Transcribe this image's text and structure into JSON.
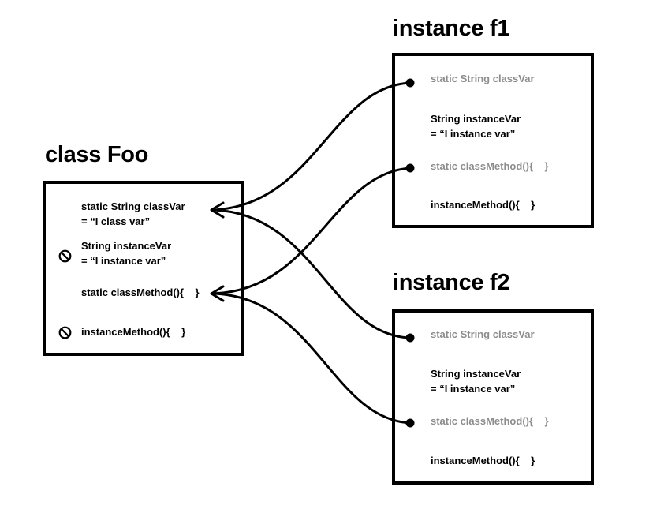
{
  "class_foo": {
    "title": "class Foo",
    "class_var_line1": "static String classVar",
    "class_var_line2": "= “I class var”",
    "instance_var_line1": "String instanceVar",
    "instance_var_line2": "= “I instance var”",
    "class_method": "static classMethod(){    }",
    "instance_method": "instanceMethod(){    }",
    "instance_var_disallowed_icon": "no-entry-icon",
    "instance_method_disallowed_icon": "no-entry-icon"
  },
  "instance_f1": {
    "title": "instance f1",
    "class_var": "static String classVar",
    "instance_var_line1": "String instanceVar",
    "instance_var_line2": "= “I instance var”",
    "class_method": "static classMethod(){    }",
    "instance_method": "instanceMethod(){    }"
  },
  "instance_f2": {
    "title": "instance f2",
    "class_var": "static String classVar",
    "instance_var_line1": "String instanceVar",
    "instance_var_line2": "= “I instance var”",
    "class_method": "static classMethod(){    }",
    "instance_method": "instanceMethod(){    }"
  },
  "colors": {
    "line": "#000000",
    "shared_member_text": "#8c8c8c"
  }
}
